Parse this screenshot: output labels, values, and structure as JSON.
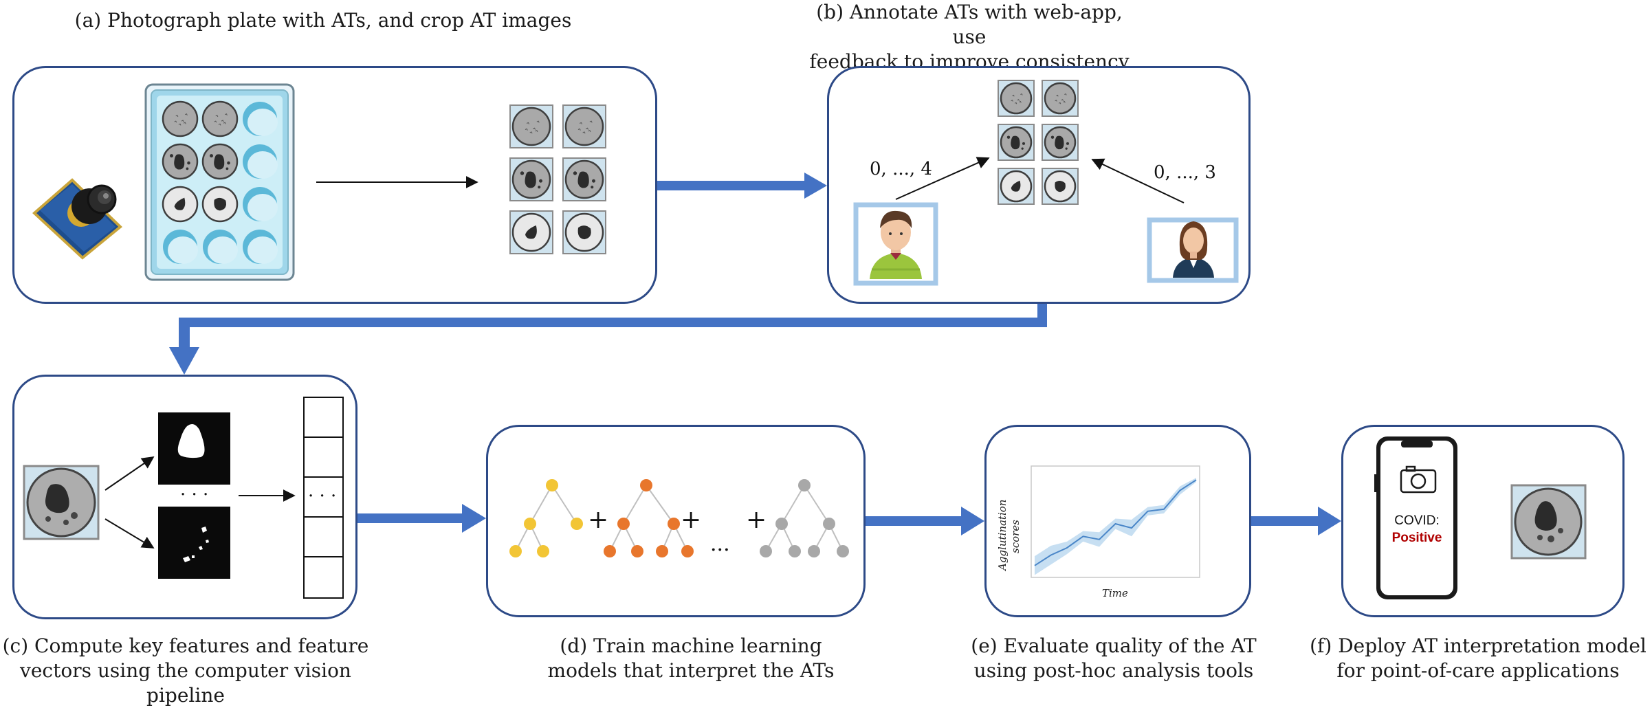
{
  "captions": {
    "a": "(a) Photograph plate with ATs, and crop AT images",
    "b_line1": "(b) Annotate ATs with web-app, use",
    "b_line2": "feedback to improve consistency",
    "c_line1": "(c) Compute key features and feature",
    "c_line2": "vectors using the computer vision pipeline",
    "d_line1": "(d) Train machine learning",
    "d_line2": "models that interpret the ATs",
    "e_line1": "(e) Evaluate quality of the AT",
    "e_line2": "using post-hoc analysis tools",
    "f_line1": "(f) Deploy AT interpretation model",
    "f_line2": "for point-of-care applications"
  },
  "annotators": {
    "left_range": "0, ..., 4",
    "right_range": "0, ..., 3"
  },
  "feature_pipeline": {
    "ellipsis_mid": "· · ·",
    "ellipsis_vector": "· · ·"
  },
  "ensemble": {
    "plus": "+",
    "ellipsis": "···"
  },
  "evaluation_plot": {
    "ylabel_line1": "Agglutination",
    "ylabel_line2": "scores",
    "xlabel": "Time"
  },
  "phone": {
    "test_label": "COVID:",
    "result": "Positive"
  },
  "colors": {
    "panel_border": "#2d4a87",
    "flow_arrow": "#4472c4",
    "tree_yellow": "#f2c535",
    "tree_orange": "#e8762c",
    "tree_gray": "#a8a8a8",
    "positive_red": "#b00000"
  }
}
